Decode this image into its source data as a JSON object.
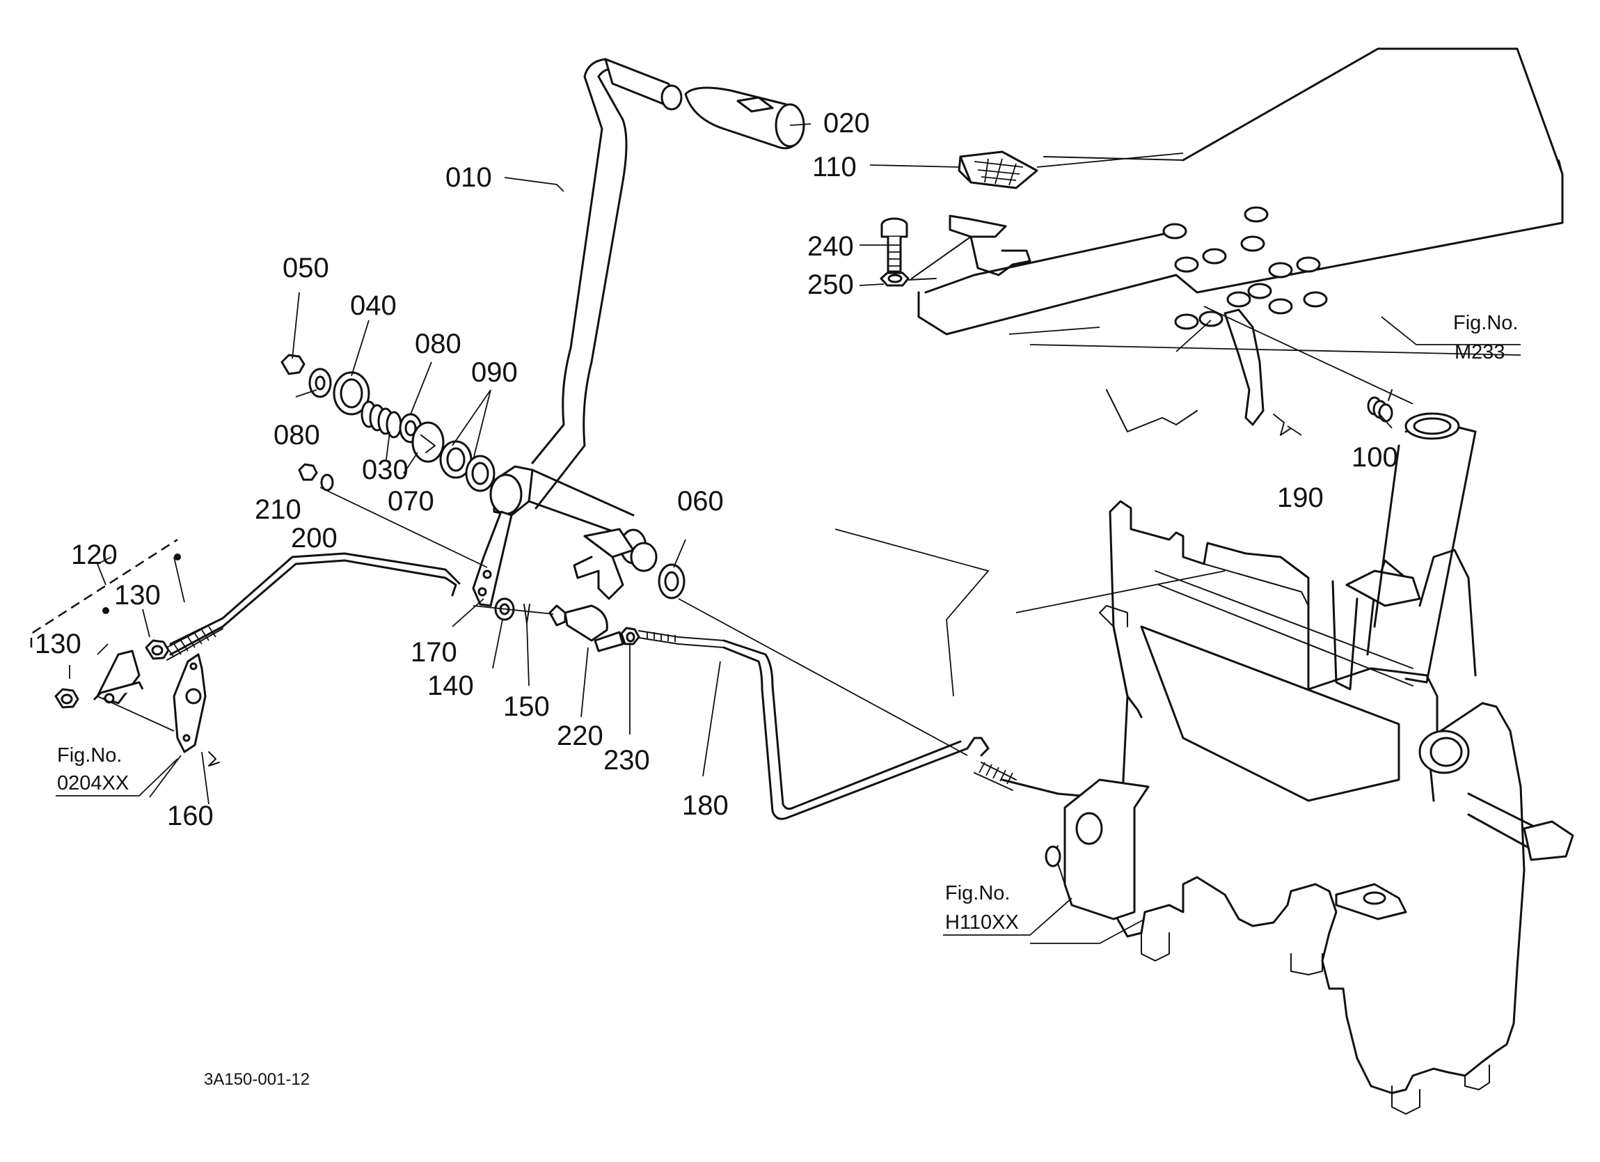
{
  "drawing_code": "3A150-001-12",
  "labels": {
    "p010": "010",
    "p020": "020",
    "p030": "030",
    "p040": "040",
    "p050": "050",
    "p060": "060",
    "p070": "070",
    "p080a": "080",
    "p080b": "080",
    "p090": "090",
    "p100": "100",
    "p110": "110",
    "p120": "120",
    "p130a": "130",
    "p130b": "130",
    "p140": "140",
    "p150": "150",
    "p160": "160",
    "p170": "170",
    "p180": "180",
    "p190": "190",
    "p200": "200",
    "p210": "210",
    "p220": "220",
    "p230": "230",
    "p240": "240",
    "p250": "250"
  },
  "figure_refs": {
    "m233": {
      "caption": "Fig.No.",
      "code": "M233"
    },
    "f0204": {
      "caption": "Fig.No.",
      "code": "0204XX"
    },
    "h110": {
      "caption": "Fig.No.",
      "code": "H110XX"
    }
  }
}
